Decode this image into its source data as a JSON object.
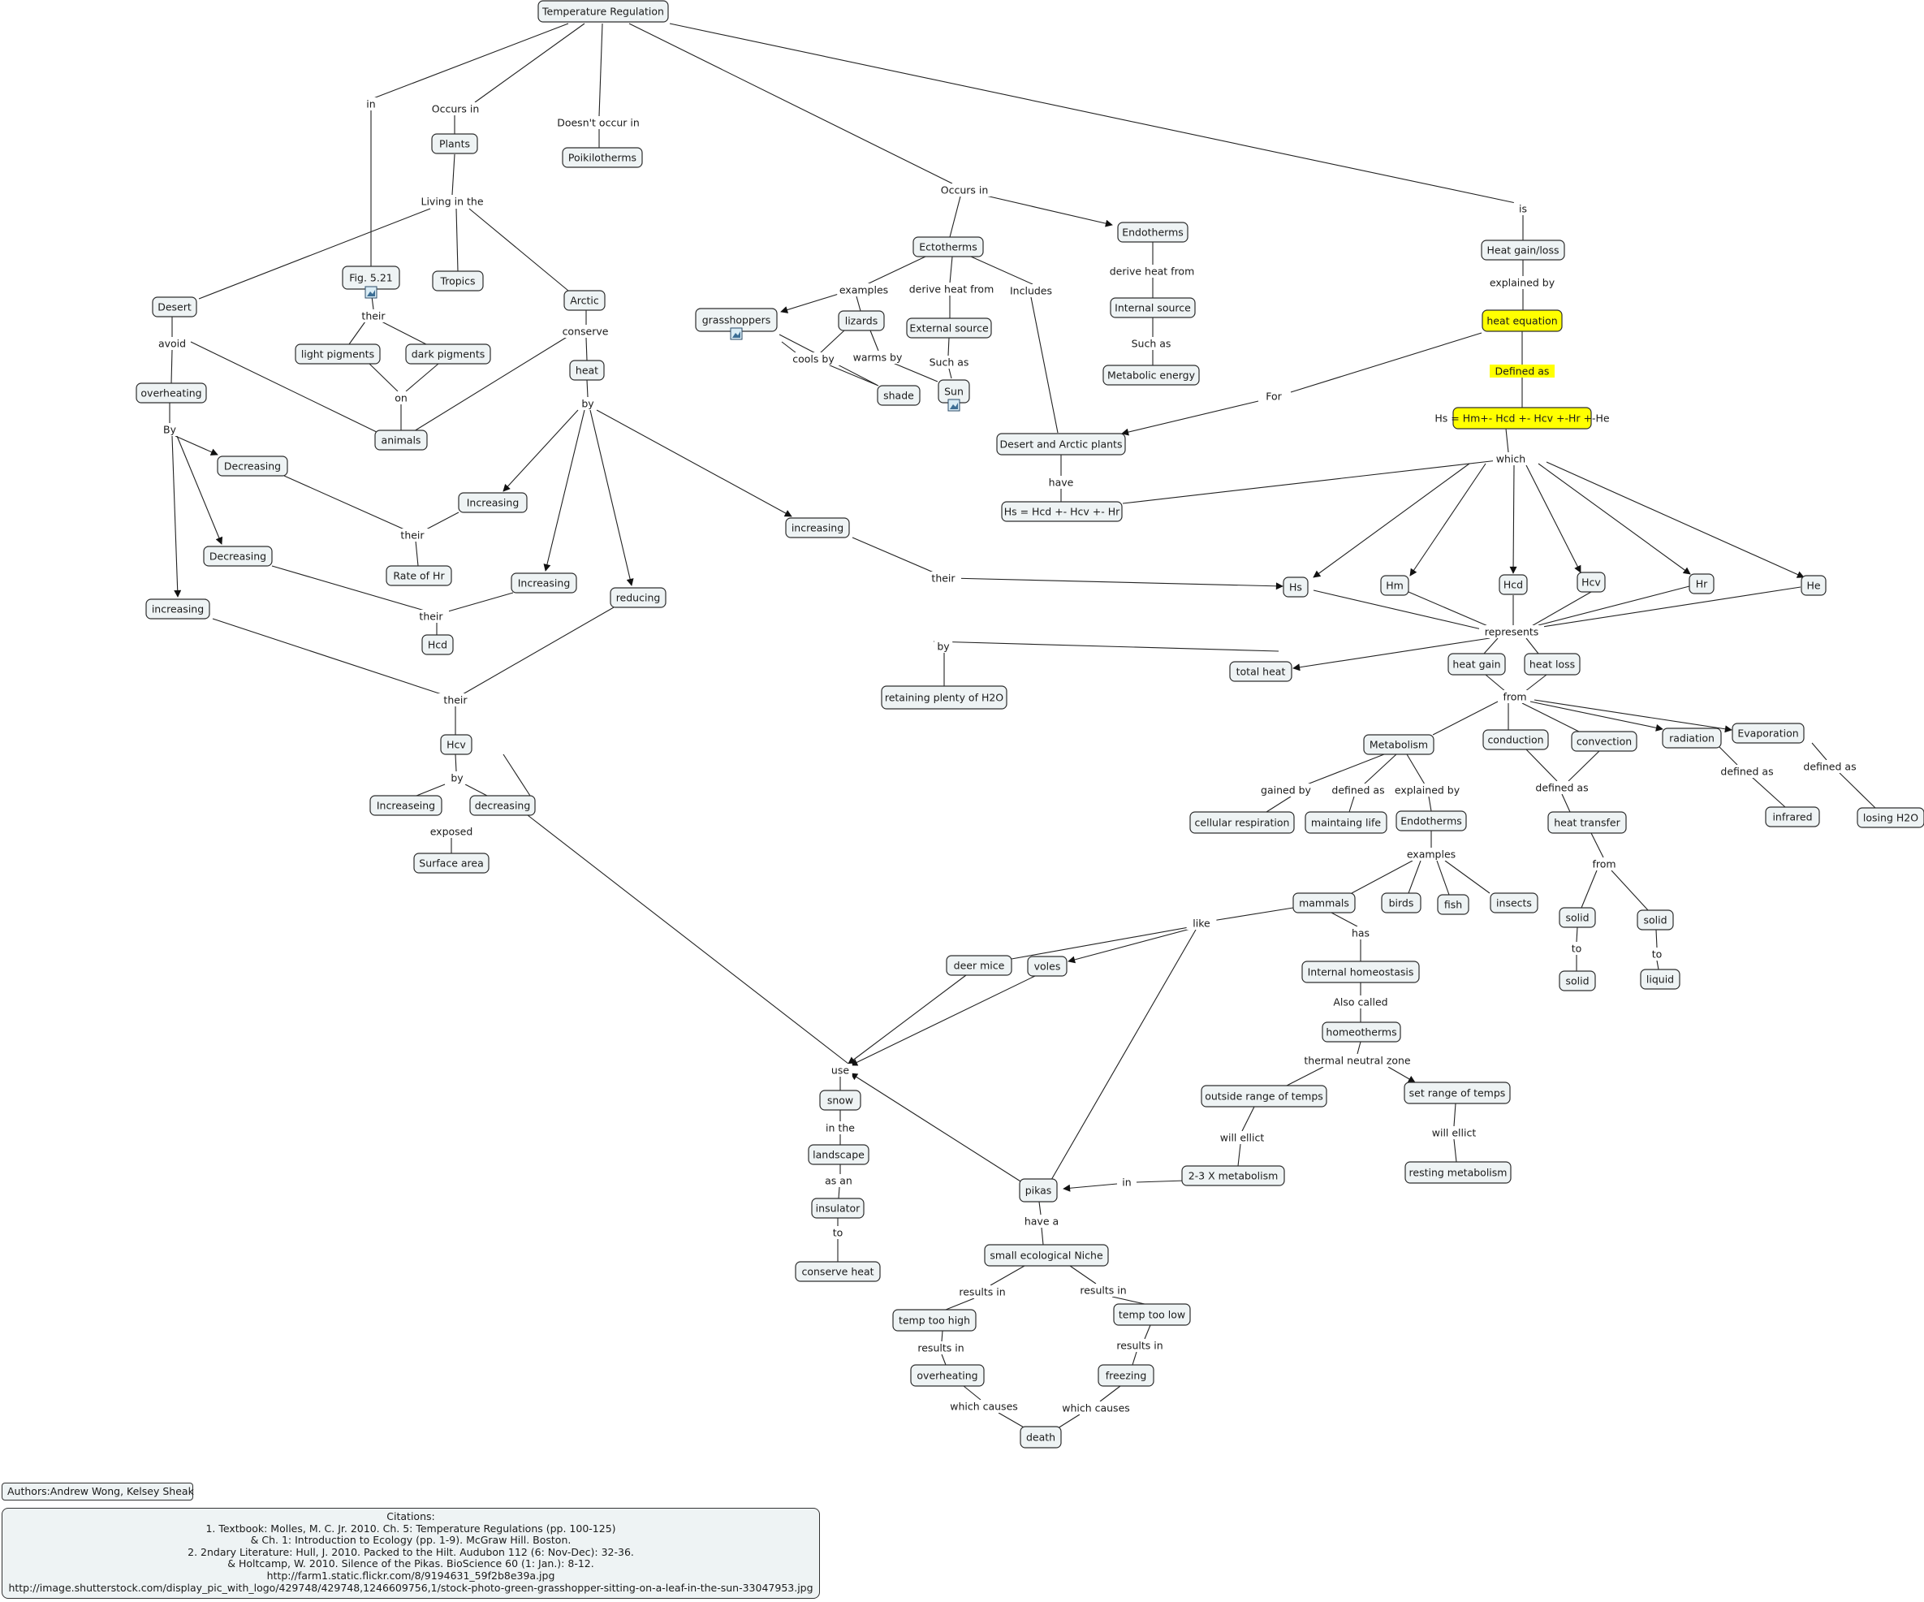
{
  "nodes": {
    "temperature_regulation": "Temperature Regulation",
    "plants": "Plants",
    "poikilotherms": "Poikilotherms",
    "desert": "Desert",
    "fig521": "Fig. 5.21",
    "tropics": "Tropics",
    "arctic": "Arctic",
    "light_pigments": "light pigments",
    "dark_pigments": "dark pigments",
    "overheating": "overheating",
    "animals": "animals",
    "heat": "heat",
    "decreasing_1": "Decreasing",
    "increasing_1": "Increasing",
    "rate_of_hr": "Rate of Hr",
    "decreasing_2": "Decreasing",
    "increasing_2": "Increasing",
    "reducing": "reducing",
    "increasing_3": "increasing",
    "hcd_left": "Hcd",
    "hcv_left": "Hcv",
    "increaseing": "Increaseing",
    "decreasing_3": "decreasing",
    "surface_area": "Surface area",
    "ectotherms": "Ectotherms",
    "grasshoppers": "grasshoppers",
    "lizards": "lizards",
    "external_source": "External source",
    "shade": "shade",
    "sun": "Sun",
    "endotherms_top": "Endotherms",
    "internal_source": "Internal source",
    "metabolic_energy": "Metabolic energy",
    "desert_arctic_plants": "Desert and Arctic plants",
    "hs_short_eq": "Hs = Hcd +- Hcv +- Hr",
    "increasing_4": "increasing",
    "heat_gain_loss": "Heat gain/loss",
    "heat_equation": "heat equation",
    "hs_full_eq": "Hs = Hm+- Hcd +- Hcv +-Hr +-He",
    "hs": "Hs",
    "hm": "Hm",
    "hcd": "Hcd",
    "hcv": "Hcv",
    "hr": "Hr",
    "he": "He",
    "retaining": "retaining plenty of H2O",
    "total_heat": "total heat",
    "heat_gain": "heat gain",
    "heat_loss": "heat loss",
    "metabolism": "Metabolism",
    "conduction": "conduction",
    "convection": "convection",
    "radiation": "radiation",
    "evaporation": "Evaporation",
    "cellular_respiration": "cellular respiration",
    "maintaing_life": "maintaing life",
    "endotherms_mid": "Endotherms",
    "heat_transfer": "heat transfer",
    "infrared": "infrared",
    "losing_h2o": "losing H2O",
    "mammals": "mammals",
    "birds": "birds",
    "fish": "fish",
    "insects": "insects",
    "solid_1": "solid",
    "solid_2": "solid",
    "solid_3": "solid",
    "liquid": "liquid",
    "deer_mice": "deer mice",
    "voles": "voles",
    "internal_homeostasis": "Internal homeostasis",
    "homeotherms": "homeotherms",
    "outside_range": "outside range of temps",
    "set_range": "set range of temps",
    "metabolism_23x": "2-3 X metabolism",
    "resting_metabolism": "resting metabolism",
    "snow": "snow",
    "landscape": "landscape",
    "insulator": "insulator",
    "conserve_heat": "conserve heat",
    "pikas": "pikas",
    "small_niche": "small ecological Niche",
    "temp_too_high": "temp too high",
    "temp_too_low": "temp too low",
    "overheating_2": "overheating",
    "freezing": "freezing",
    "death": "death"
  },
  "phrases": {
    "in_top": "in",
    "occurs_in_plants": "Occurs in",
    "doesnt_occur_in": "Doesn't occur in",
    "occurs_in_ecto": "Occurs in",
    "is": "is",
    "living_in_the": "Living in the",
    "their_pigments": "their",
    "avoid": "avoid",
    "conserve": "conserve",
    "on": "on",
    "by_overheating": "By",
    "by_heat": "by",
    "their_hr": "their",
    "their_hcd": "their",
    "their_hcv": "their",
    "by_hcv": "by",
    "exposed": "exposed",
    "examples_ecto": "examples",
    "derive_heat_from_ecto": "derive heat from",
    "includes": "Includes",
    "cools_by": "cools by",
    "warms_by": "warms by",
    "such_as_sun": "Such as",
    "derive_heat_from_endo": "derive heat from",
    "such_as_metabolic": "Such as",
    "explained_by_heat": "explained by",
    "defined_as_eq": "Defined as",
    "for": "For",
    "have": "have",
    "which": "which",
    "their_hs": "their",
    "by_retaining": "by",
    "represents": "represents",
    "from_heat": "from",
    "gained_by": "gained by",
    "defined_as_metab": "defined as",
    "explained_by_metab": "explained by",
    "defined_as_transfer": "defined as",
    "defined_as_radiation": "defined as",
    "defined_as_evap": "defined as",
    "examples_endo": "examples",
    "from_transfer": "from",
    "to_1": "to",
    "to_2": "to",
    "like": "like",
    "has": "has",
    "also_called": "Also called",
    "thermal_neutral_zone": "thermal neutral zone",
    "will_ellict_1": "will ellict",
    "will_ellict_2": "will ellict",
    "in_pikas": "in",
    "use": "use",
    "in_the": "in the",
    "as_an": "as an",
    "to_conserve": "to",
    "have_a": "have a",
    "results_in_high": "results in",
    "results_in_low": "results in",
    "results_in_overheating": "results in",
    "results_in_freezing": "results in",
    "which_causes_1": "which causes",
    "which_causes_2": "which causes"
  },
  "authors": "Authors:Andrew Wong, Kelsey Sheak",
  "citations": [
    "Citations:",
    "1.  Textbook:  Molles, M. C. Jr.  2010.  Ch. 5:  Temperature Regulations (pp. 100-125)",
    "& Ch. 1:  Introduction to Ecology (pp. 1-9).  McGraw Hill.  Boston.",
    "2.  2ndary Literature:  Hull, J. 2010.  Packed to the Hilt.  Audubon 112 (6: Nov-Dec): 32-36.",
    "& Holtcamp, W.  2010.  Silence of the Pikas.  BioScience 60 (1: Jan.): 8-12.",
    "http://farm1.static.flickr.com/8/9194631_59f2b8e39a.jpg",
    "http://image.shutterstock.com/display_pic_with_logo/429748/429748,1246609756,1/stock-photo-green-grasshopper-sitting-on-a-leaf-in-the-sun-33047953.jpg"
  ],
  "colors": {
    "node_fill": "#eef3f4",
    "highlight": "#ffff00",
    "line": "#222222"
  },
  "icons": [
    "image-icon"
  ]
}
